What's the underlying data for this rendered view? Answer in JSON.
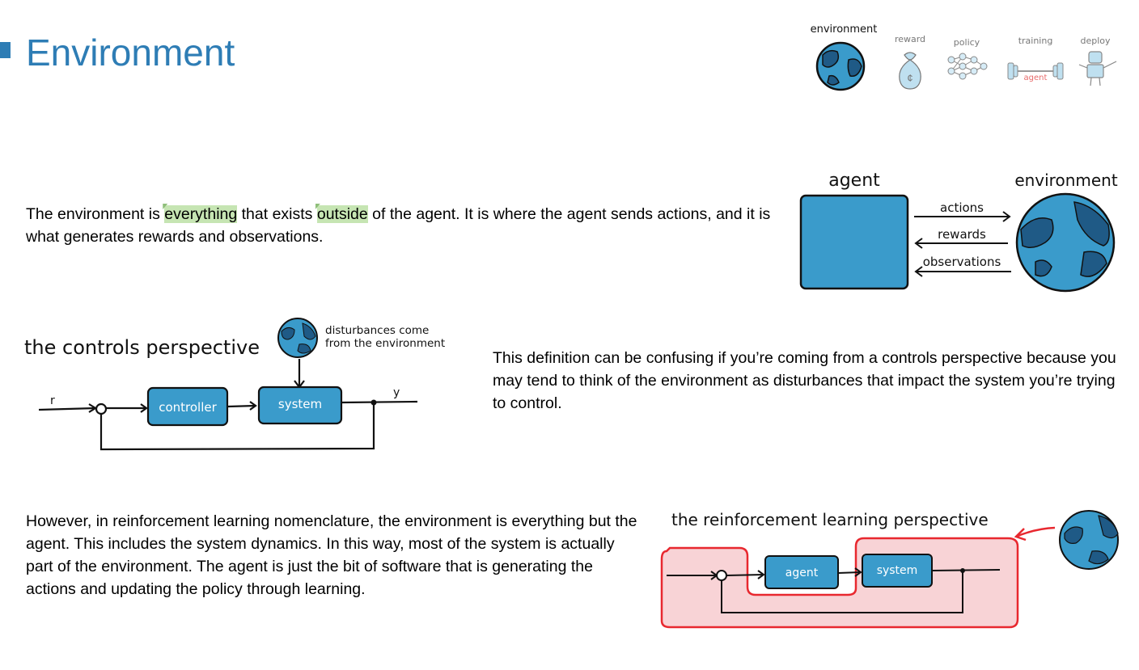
{
  "slide": {
    "title": "Environment"
  },
  "nav": {
    "items": [
      {
        "label": "environment",
        "icon": "globe-icon"
      },
      {
        "label": "reward",
        "icon": "money-bag-icon"
      },
      {
        "label": "policy",
        "icon": "neural-network-icon"
      },
      {
        "label": "training",
        "icon": "barbell-icon",
        "sublabel": "agent"
      },
      {
        "label": "deploy",
        "icon": "robot-icon"
      }
    ]
  },
  "intro": {
    "before": "The environment is ",
    "highlight1": "everything",
    "middle": " that exists ",
    "highlight2": "outside",
    "after": " of the agent. It is where the agent sends actions, and it is what generates rewards and observations."
  },
  "diagram_agent_env": {
    "agent_label": "agent",
    "environment_label": "environment",
    "arrows": [
      "actions",
      "rewards",
      "observations"
    ]
  },
  "controls": {
    "title": "the controls perspective",
    "note_line1": "disturbances come",
    "note_line2": "from the environment",
    "r_label": "r",
    "y_label": "y",
    "controller_label": "controller",
    "system_label": "system",
    "paragraph": "This definition can be confusing if you’re coming from a controls perspective because you may tend to think of the environment as disturbances that impact the system you’re trying to control."
  },
  "rl": {
    "title": "the reinforcement learning perspective",
    "agent_label": "agent",
    "system_label": "system",
    "paragraph": "However, in reinforcement learning nomenclature, the environment is everything but the agent. This includes the system dynamics. In this way, most of the system is actually part of the environment. The agent is just the bit of software that is generating the actions and updating the policy through learning."
  },
  "colors": {
    "title": "#2E7DB5",
    "box": "#3A9BCB",
    "ocean": "#3A9BCB",
    "land": "#1F5A86",
    "highlight": "#c6e5b3",
    "rl_region": "#F8D3D6",
    "rl_outline": "#E8282F"
  }
}
